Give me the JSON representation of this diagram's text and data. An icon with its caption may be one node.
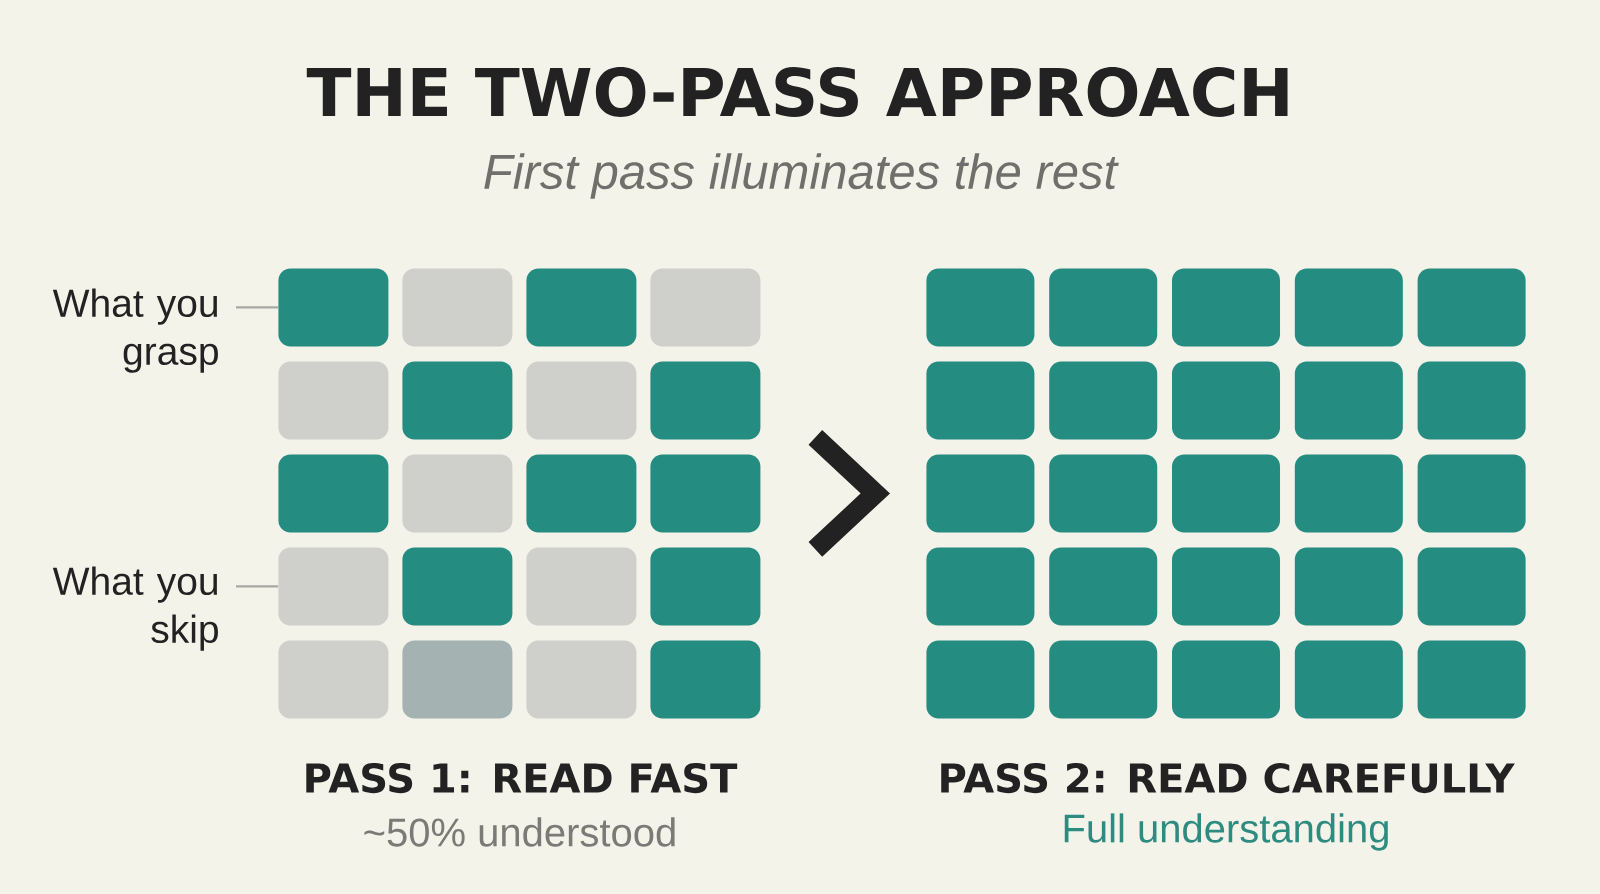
{
  "diagram": {
    "title": "THE TWO-PASS APPROACH",
    "nodes": [
      {
        "text": [
          "PASS 1: READ FAST",
          "~50% understood"
        ]
      },
      {
        "text": [],
        "shape": "box",
        "in": 0
      },
      {
        "text": [],
        "shape": "box",
        "in": 0
      },
      {
        "text": [],
        "shape": "box",
        "in": 0
      },
      {
        "text": [],
        "shape": "box",
        "in": 0
      },
      {
        "text": [],
        "shape": "box",
        "in": 0
      },
      {
        "text": [],
        "shape": "box",
        "in": 0
      },
      {
        "text": [],
        "shape": "box",
        "in": 0
      },
      {
        "text": [],
        "shape": "box",
        "in": 0
      },
      {
        "text": [],
        "shape": "box",
        "in": 0
      },
      {
        "text": [],
        "shape": "box",
        "in": 0
      },
      {
        "text": [],
        "shape": "box",
        "in": 0
      },
      {
        "text": [],
        "shape": "box",
        "in": 0
      },
      {
        "text": [],
        "shape": "box",
        "in": 0
      },
      {
        "text": [],
        "shape": "box",
        "in": 0
      },
      {
        "text": [],
        "shape": "box",
        "in": 0
      },
      {
        "text": [],
        "shape": "box",
        "in": 0
      },
      {
        "text": [],
        "shape": "box",
        "in": 0
      },
      {
        "text": [],
        "shape": "box",
        "in": 0
      },
      {
        "text": [],
        "shape": "box",
        "in": 0
      },
      {
        "text": [],
        "shape": "box",
        "in": 0
      },
      {
        "text": [
          "What you grasp"
        ]
      },
      {
        "text": [
          "What you skip"
        ]
      },
      {
        "text": [
          "PASS 2: READ CAREFULLY",
          "Full understanding"
        ]
      },
      {
        "text": [],
        "shape": "box",
        "in": 23
      },
      {
        "text": [],
        "shape": "box",
        "in": 23
      },
      {
        "text": [],
        "shape": "box",
        "in": 23
      },
      {
        "text": [],
        "shape": "box",
        "in": 23
      },
      {
        "text": [],
        "shape": "box",
        "in": 23
      },
      {
        "text": [],
        "shape": "box",
        "in": 23
      },
      {
        "text": [],
        "shape": "box",
        "in": 23
      },
      {
        "text": [],
        "shape": "box",
        "in": 23
      },
      {
        "text": [],
        "shape": "box",
        "in": 23
      },
      {
        "text": [],
        "shape": "box",
        "in": 23
      },
      {
        "text": [],
        "shape": "box",
        "in": 23
      },
      {
        "text": [],
        "shape": "box",
        "in": 23
      },
      {
        "text": [],
        "shape": "box",
        "in": 23
      },
      {
        "text": [],
        "shape": "box",
        "in": 23
      },
      {
        "text": [],
        "shape": "box",
        "in": 23
      },
      {
        "text": [],
        "shape": "box",
        "in": 23
      },
      {
        "text": [],
        "shape": "box",
        "in": 23
      },
      {
        "text": [],
        "shape": "box",
        "in": 23
      },
      {
        "text": [],
        "shape": "box",
        "in": 23
      },
      {
        "text": [],
        "shape": "box",
        "in": 23
      },
      {
        "text": [],
        "shape": "box",
        "in": 23
      },
      {
        "text": [],
        "shape": "box",
        "in": 23
      },
      {
        "text": [],
        "shape": "box",
        "in": 23
      },
      {
        "text": [],
        "shape": "box",
        "in": 23
      },
      {
        "text": [],
        "shape": "box",
        "in": 23
      }
    ],
    "edges": [
      {
        "from": 21,
        "to": 1,
        "arrow": "none",
        "color": "#a8a8a4"
      },
      {
        "from": 22,
        "to": 13,
        "arrow": "none",
        "color": "#a8a8a4"
      },
      {
        "from": 0,
        "to": 23,
        "arrow": "to",
        "style": "thick",
        "color": "#222222"
      }
    ],
    "labels": [
      "First pass illuminates the rest"
    ]
  }
}
